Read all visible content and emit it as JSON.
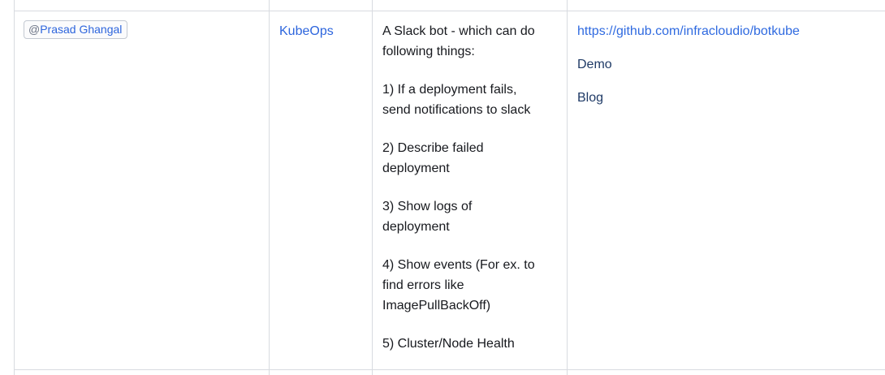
{
  "table": {
    "row": {
      "author": {
        "at": "@",
        "name": "Prasad Ghangal"
      },
      "project": "KubeOps",
      "description": [
        "A Slack bot - which can do following things:",
        "1) If a deployment fails, send notifications to slack",
        "2) Describe failed deployment",
        "3) Show logs of deployment",
        "4) Show events (For ex. to find errors like ImagePullBackOff)",
        "5) Cluster/Node Health"
      ],
      "links": [
        "https://github.com/infracloudio/botkube",
        "Demo",
        "Blog"
      ]
    }
  },
  "colors": {
    "link_blue": "#2d65dd",
    "url_blue": "#2f6ae0",
    "dark_link_navy": "#1f3a66",
    "body_text": "#17191e",
    "table_border": "#d8dbe0",
    "mention_chip_border": "#c4c9d2",
    "mention_chip_bg": "#fbfbfc",
    "mention_at_gray": "#6e7687"
  }
}
